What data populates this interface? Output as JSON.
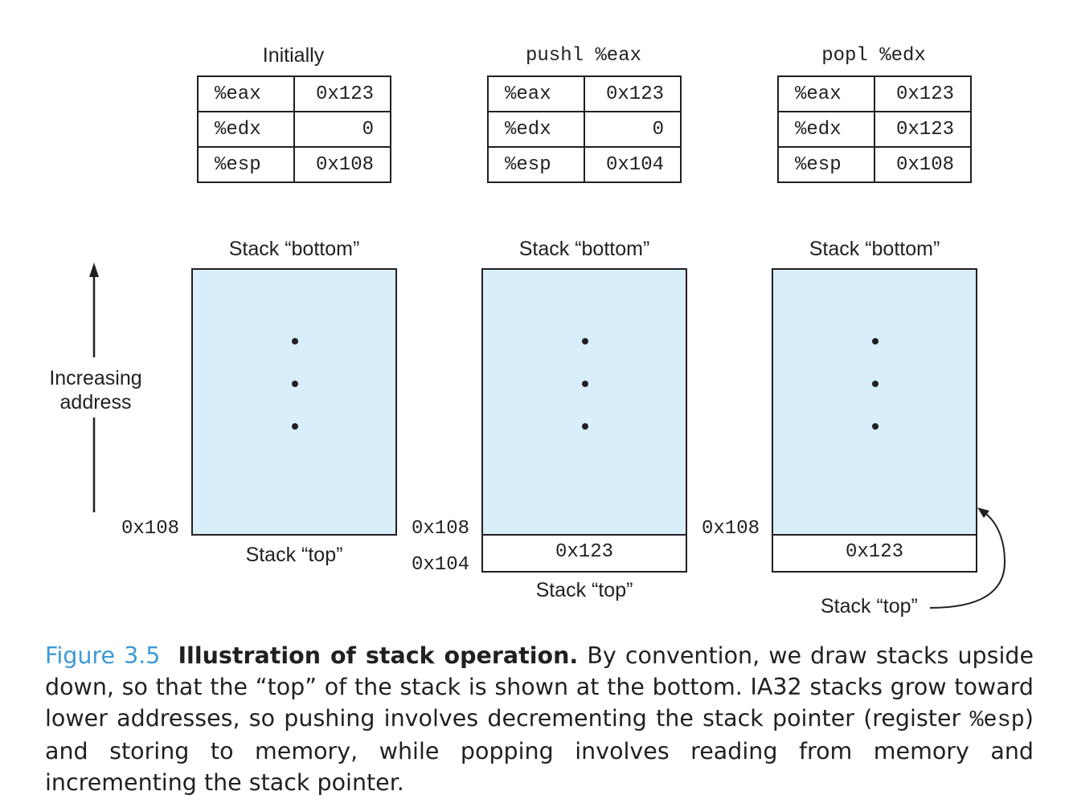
{
  "panels": [
    {
      "title": "Initially",
      "title_style": "sans",
      "registers": [
        {
          "name": "%eax",
          "value": "0x123"
        },
        {
          "name": "%edx",
          "value": "0"
        },
        {
          "name": "%esp",
          "value": "0x108"
        }
      ],
      "stack_bottom_label": "Stack “bottom”",
      "stack_top_label": "Stack “top”",
      "addresses": [
        "0x108"
      ],
      "cells": []
    },
    {
      "title": "pushl %eax",
      "title_style": "mono",
      "registers": [
        {
          "name": "%eax",
          "value": "0x123"
        },
        {
          "name": "%edx",
          "value": "0"
        },
        {
          "name": "%esp",
          "value": "0x104"
        }
      ],
      "stack_bottom_label": "Stack “bottom”",
      "stack_top_label": "Stack “top”",
      "addresses": [
        "0x108",
        "0x104"
      ],
      "cells": [
        "0x123"
      ]
    },
    {
      "title": "popl %edx",
      "title_style": "mono",
      "registers": [
        {
          "name": "%eax",
          "value": "0x123"
        },
        {
          "name": "%edx",
          "value": "0x123"
        },
        {
          "name": "%esp",
          "value": "0x108"
        }
      ],
      "stack_bottom_label": "Stack “bottom”",
      "stack_top_label": "Stack “top”",
      "addresses": [
        "0x108"
      ],
      "cells": [
        "0x123"
      ]
    }
  ],
  "axis_label": [
    "Increasing",
    "address"
  ],
  "caption": {
    "figure": "Figure 3.5",
    "title": "Illustration of stack operation.",
    "text_1": " By convention, we draw stacks upside down, so that the “top” of the stack is shown at the bottom. IA32 stacks grow toward lower addresses, so pushing involves decrementing the stack pointer (register ",
    "code": "%esp",
    "text_2": ") and storing to memory, while popping involves reading from memory and incrementing the stack pointer."
  }
}
